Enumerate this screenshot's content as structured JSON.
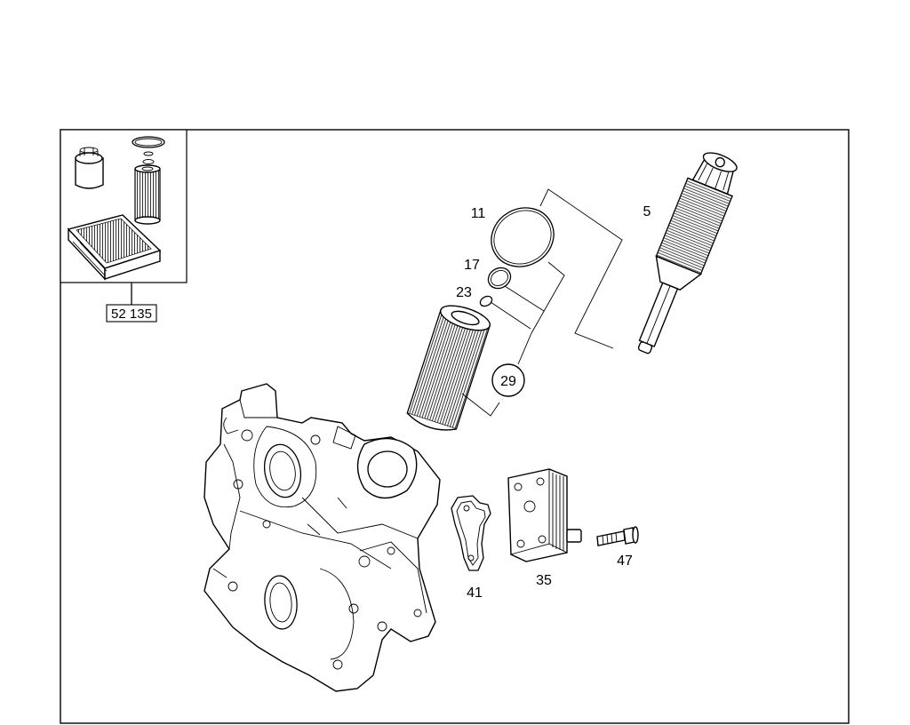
{
  "inset": {
    "reference_box": "52 135"
  },
  "callouts": {
    "c11": "11",
    "c5": "5",
    "c17": "17",
    "c23": "23",
    "c29": "29",
    "c41": "41",
    "c35": "35",
    "c47": "47"
  },
  "colors": {
    "line": "#000000",
    "background": "#ffffff"
  }
}
